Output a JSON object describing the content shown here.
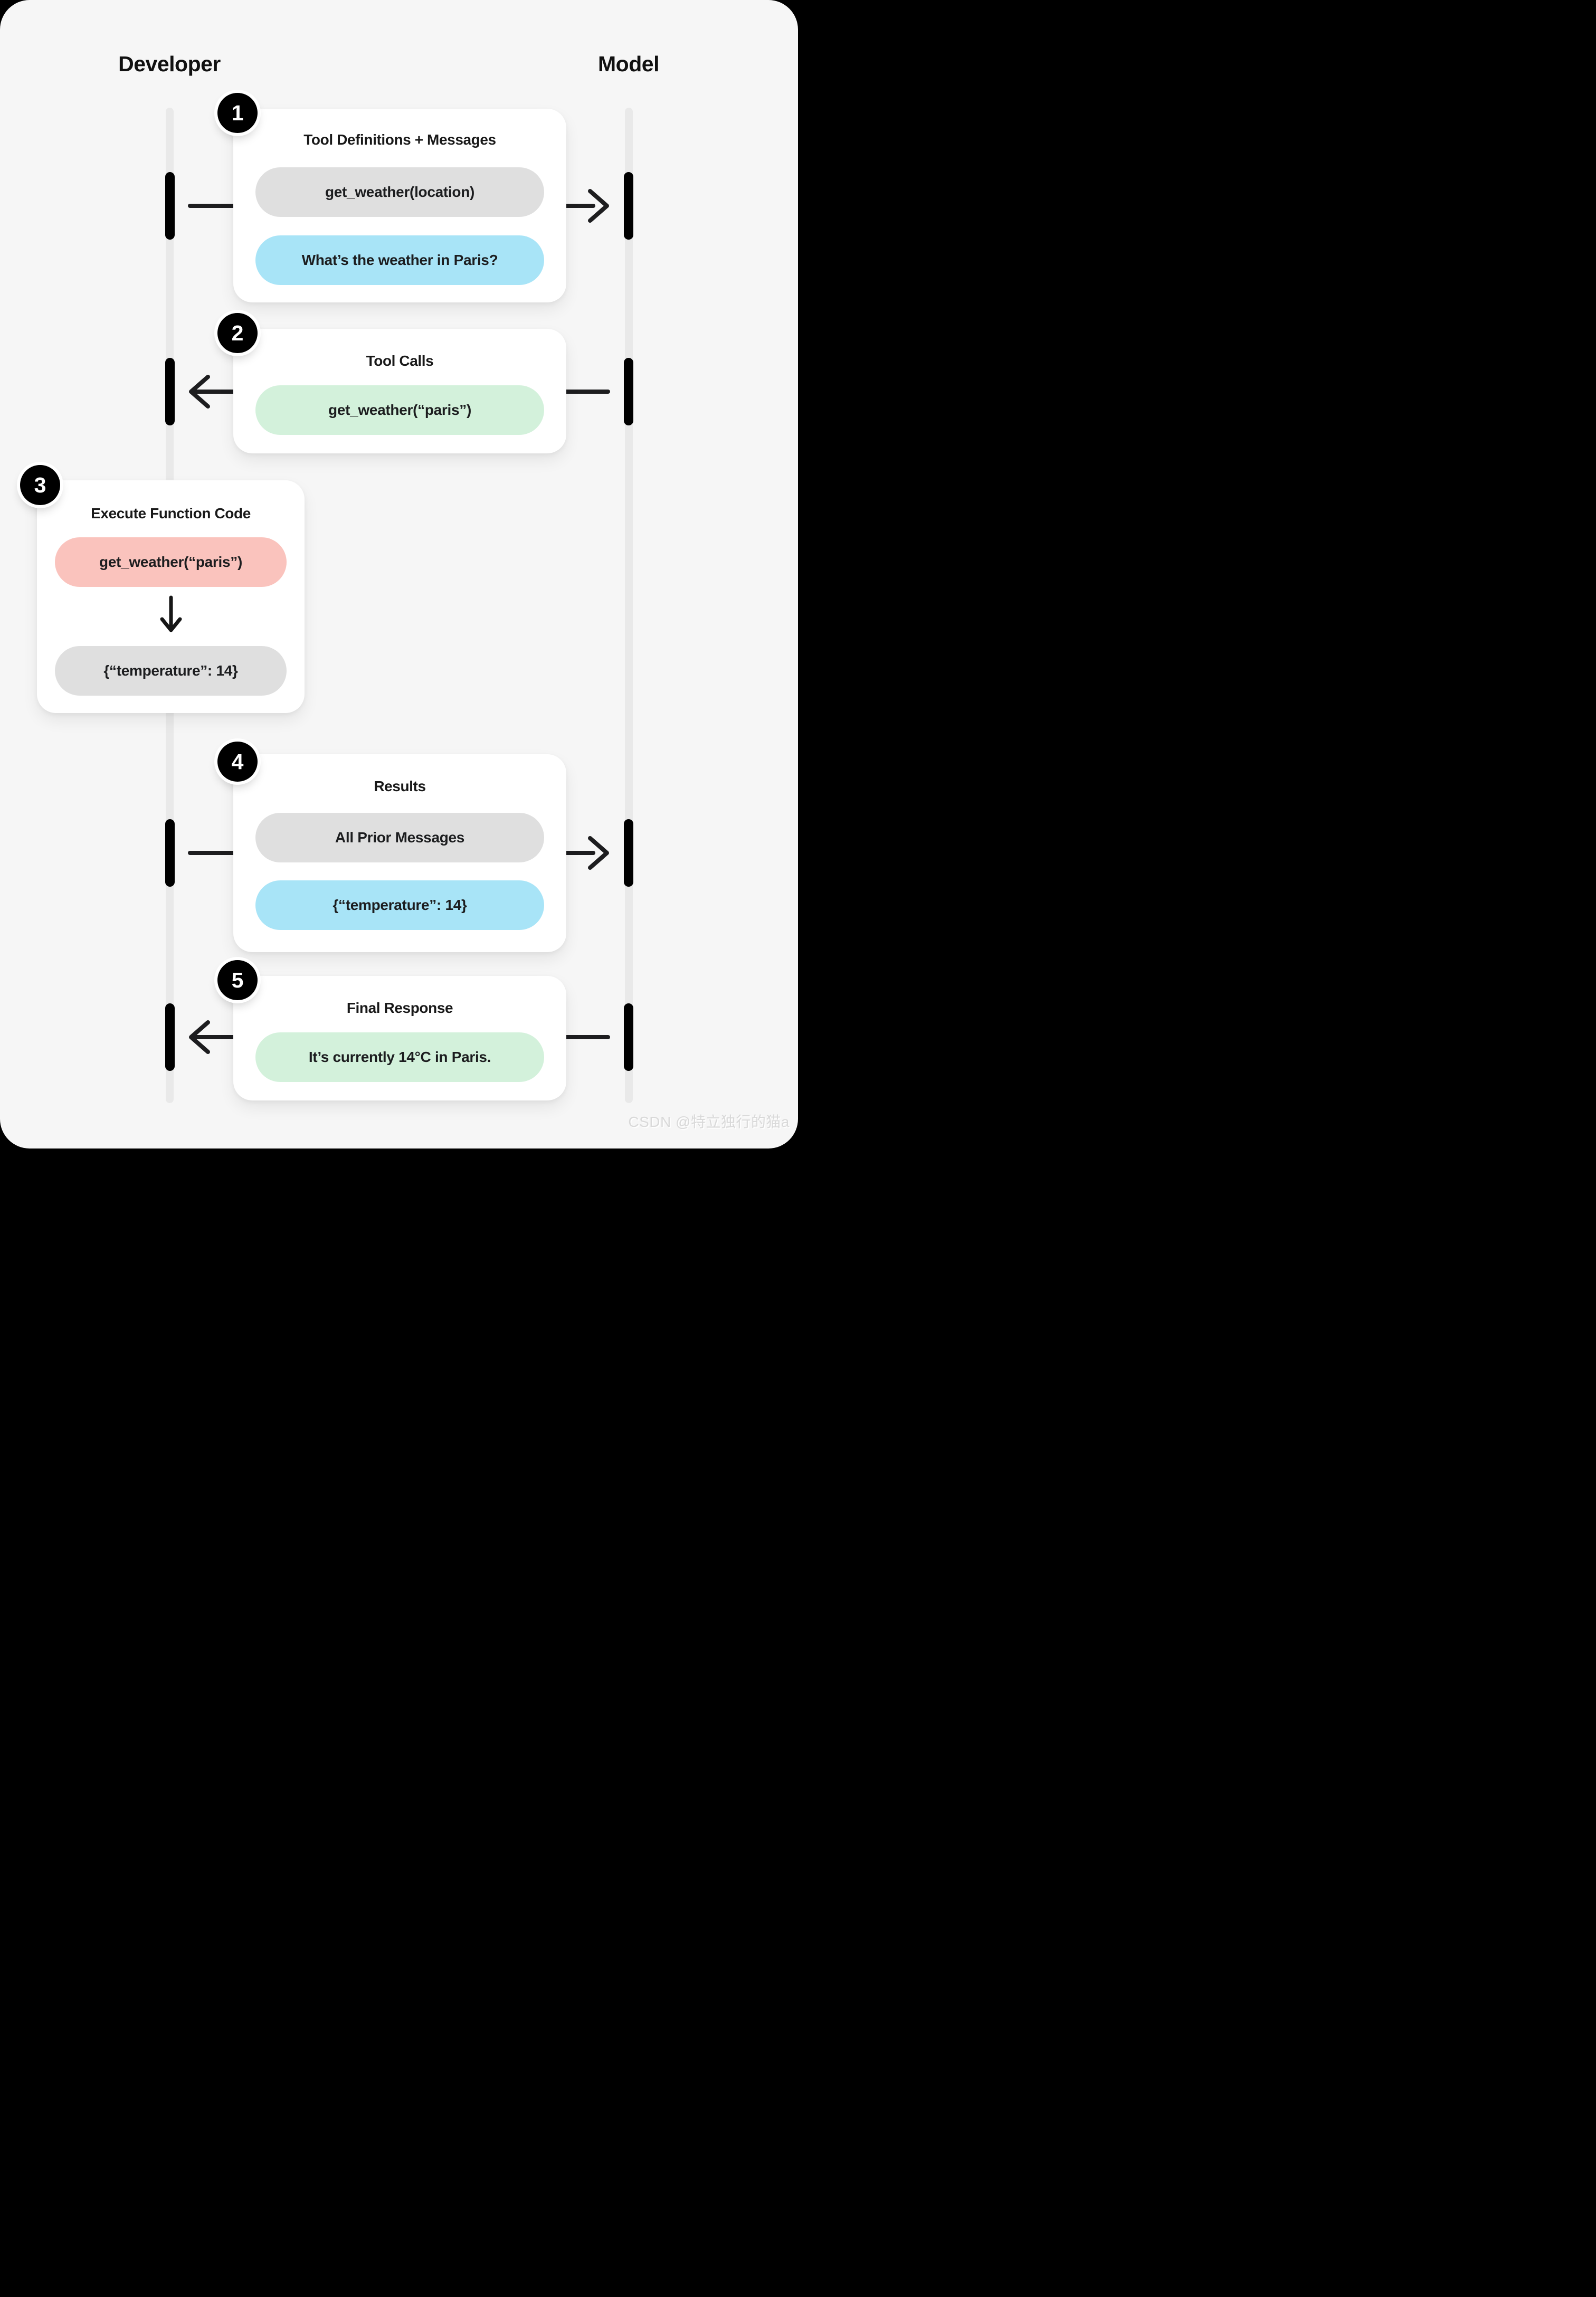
{
  "header": {
    "left": "Developer",
    "right": "Model"
  },
  "colors": {
    "page_background": "#f6f6f6",
    "outside_corners": "#000000",
    "card": "#ffffff",
    "lifeline": "#e9e9e9",
    "activation_bar": "#000000",
    "arrow": "#1d1d1f",
    "pill_gray": "#dfdfdf",
    "pill_blue": "#a8e4f7",
    "pill_green": "#d3f1db",
    "pill_red": "#fac3bd"
  },
  "steps": [
    {
      "number": "1",
      "title": "Tool Definitions + Messages",
      "direction": "developer-to-model",
      "pills": [
        {
          "text": "get_weather(location)",
          "color": "gray"
        },
        {
          "text": "What’s the weather in Paris?",
          "color": "blue"
        }
      ]
    },
    {
      "number": "2",
      "title": "Tool Calls",
      "direction": "model-to-developer",
      "pills": [
        {
          "text": "get_weather(“paris”)",
          "color": "green"
        }
      ]
    },
    {
      "number": "3",
      "title": "Execute Function Code",
      "direction": "internal",
      "pills": [
        {
          "text": "get_weather(“paris”)",
          "color": "red"
        },
        {
          "text": "{“temperature”: 14}",
          "color": "gray"
        }
      ]
    },
    {
      "number": "4",
      "title": "Results",
      "direction": "developer-to-model",
      "pills": [
        {
          "text": "All Prior Messages",
          "color": "gray"
        },
        {
          "text": "{“temperature”: 14}",
          "color": "blue"
        }
      ]
    },
    {
      "number": "5",
      "title": "Final Response",
      "direction": "model-to-developer",
      "pills": [
        {
          "text": "It’s currently 14°C in Paris.",
          "color": "green"
        }
      ]
    }
  ],
  "watermark": "CSDN @特立独行的猫a"
}
